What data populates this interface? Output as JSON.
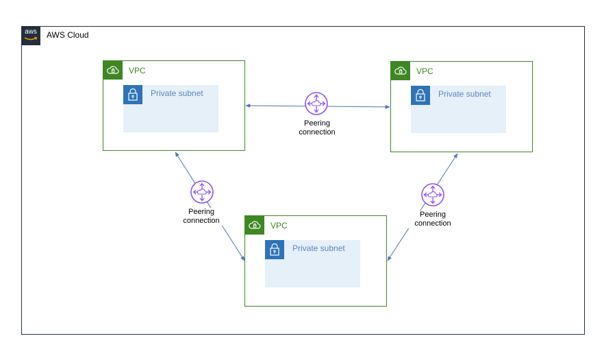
{
  "cloud": {
    "logo_text": "aws",
    "label": "AWS Cloud"
  },
  "vpcs": [
    {
      "label": "VPC",
      "subnet_label": "Private subnet"
    },
    {
      "label": "VPC",
      "subnet_label": "Private subnet"
    },
    {
      "label": "VPC",
      "subnet_label": "Private subnet"
    }
  ],
  "peering": [
    {
      "line1": "Peering",
      "line2": "connection"
    },
    {
      "line1": "Peering",
      "line2": "connection"
    },
    {
      "line1": "Peering",
      "line2": "connection"
    }
  ],
  "colors": {
    "aws_dark": "#232f3e",
    "vpc_green": "#3f8624",
    "subnet_fill": "#e6f0f8",
    "subnet_blue": "#2e73b8",
    "subnet_text": "#5a86c3",
    "connector_blue": "#4d72b8",
    "peering_purple": "#8c4fff"
  },
  "icons": {
    "cloud_logo": "aws-logo-icon",
    "vpc": "vpc-cloud-lock-icon",
    "subnet": "padlock-icon",
    "peering": "peering-router-icon"
  }
}
